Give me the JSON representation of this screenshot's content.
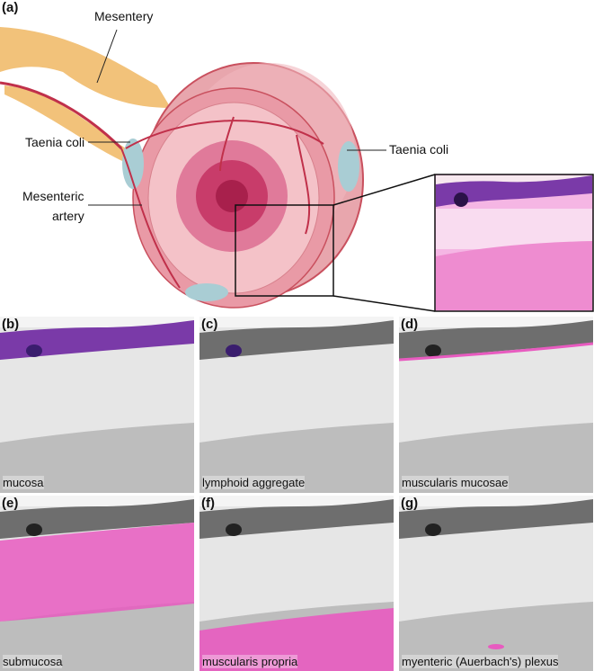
{
  "panel_a": {
    "letter": "(a)",
    "labels": {
      "mesentery": "Mesentery",
      "taenia_coli_left": "Taenia coli",
      "taenia_coli_right": "Taenia coli",
      "mesenteric_artery_1": "Mesenteric",
      "mesenteric_artery_2": "artery"
    }
  },
  "panels": [
    {
      "letter": "(b)",
      "caption": "mucosa"
    },
    {
      "letter": "(c)",
      "caption": "lymphoid aggregate"
    },
    {
      "letter": "(d)",
      "caption": "muscularis mucosae"
    },
    {
      "letter": "(e)",
      "caption": "submucosa"
    },
    {
      "letter": "(f)",
      "caption": "muscularis propria"
    },
    {
      "letter": "(g)",
      "caption": "myenteric (Auerbach's) plexus"
    }
  ],
  "colors": {
    "highlight": "#e85bc0",
    "mucosa_stain": "#7a3aa8",
    "tissue_pink": "#f2a2d8",
    "grey": "#c8c8c8"
  }
}
